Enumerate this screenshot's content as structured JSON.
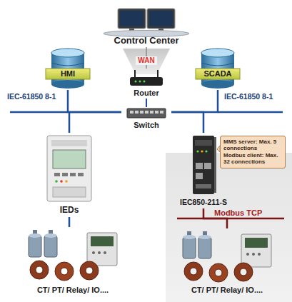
{
  "diagram": {
    "nodes": [
      {
        "text": [
          "Control Center"
        ]
      },
      {
        "text": [
          "HMI"
        ]
      },
      {
        "text": [
          "Router"
        ]
      },
      {
        "text": [
          "SCADA"
        ]
      },
      {
        "text": [
          "Switch"
        ]
      },
      {
        "text": [
          "IEDs"
        ]
      },
      {
        "text": [
          "IEC850-211-S"
        ]
      },
      {
        "text": [
          "MMS server: Max. 5 connections",
          "Modbus client: Max. 32 connections"
        ]
      },
      {
        "text": [
          "CT/ PT/ Relay/ IO...."
        ]
      },
      {
        "text": [
          "CT/ PT/ Relay/ IO...."
        ]
      }
    ],
    "edges": [
      {
        "from": 0,
        "to": 2,
        "arrow": "none",
        "label": "WAN"
      },
      {
        "from": 2,
        "to": 4,
        "arrow": "none"
      },
      {
        "from": 1,
        "to": 4,
        "arrow": "none",
        "label": "IEC-61850 8-1"
      },
      {
        "from": 3,
        "to": 4,
        "arrow": "none",
        "label": "IEC-61850 8-1"
      },
      {
        "from": 5,
        "to": 4,
        "arrow": "none"
      },
      {
        "from": 6,
        "to": 4,
        "arrow": "none"
      },
      {
        "from": 5,
        "to": 8,
        "arrow": "none"
      },
      {
        "from": 6,
        "to": 9,
        "arrow": "none",
        "label": "Modbus TCP"
      }
    ]
  }
}
